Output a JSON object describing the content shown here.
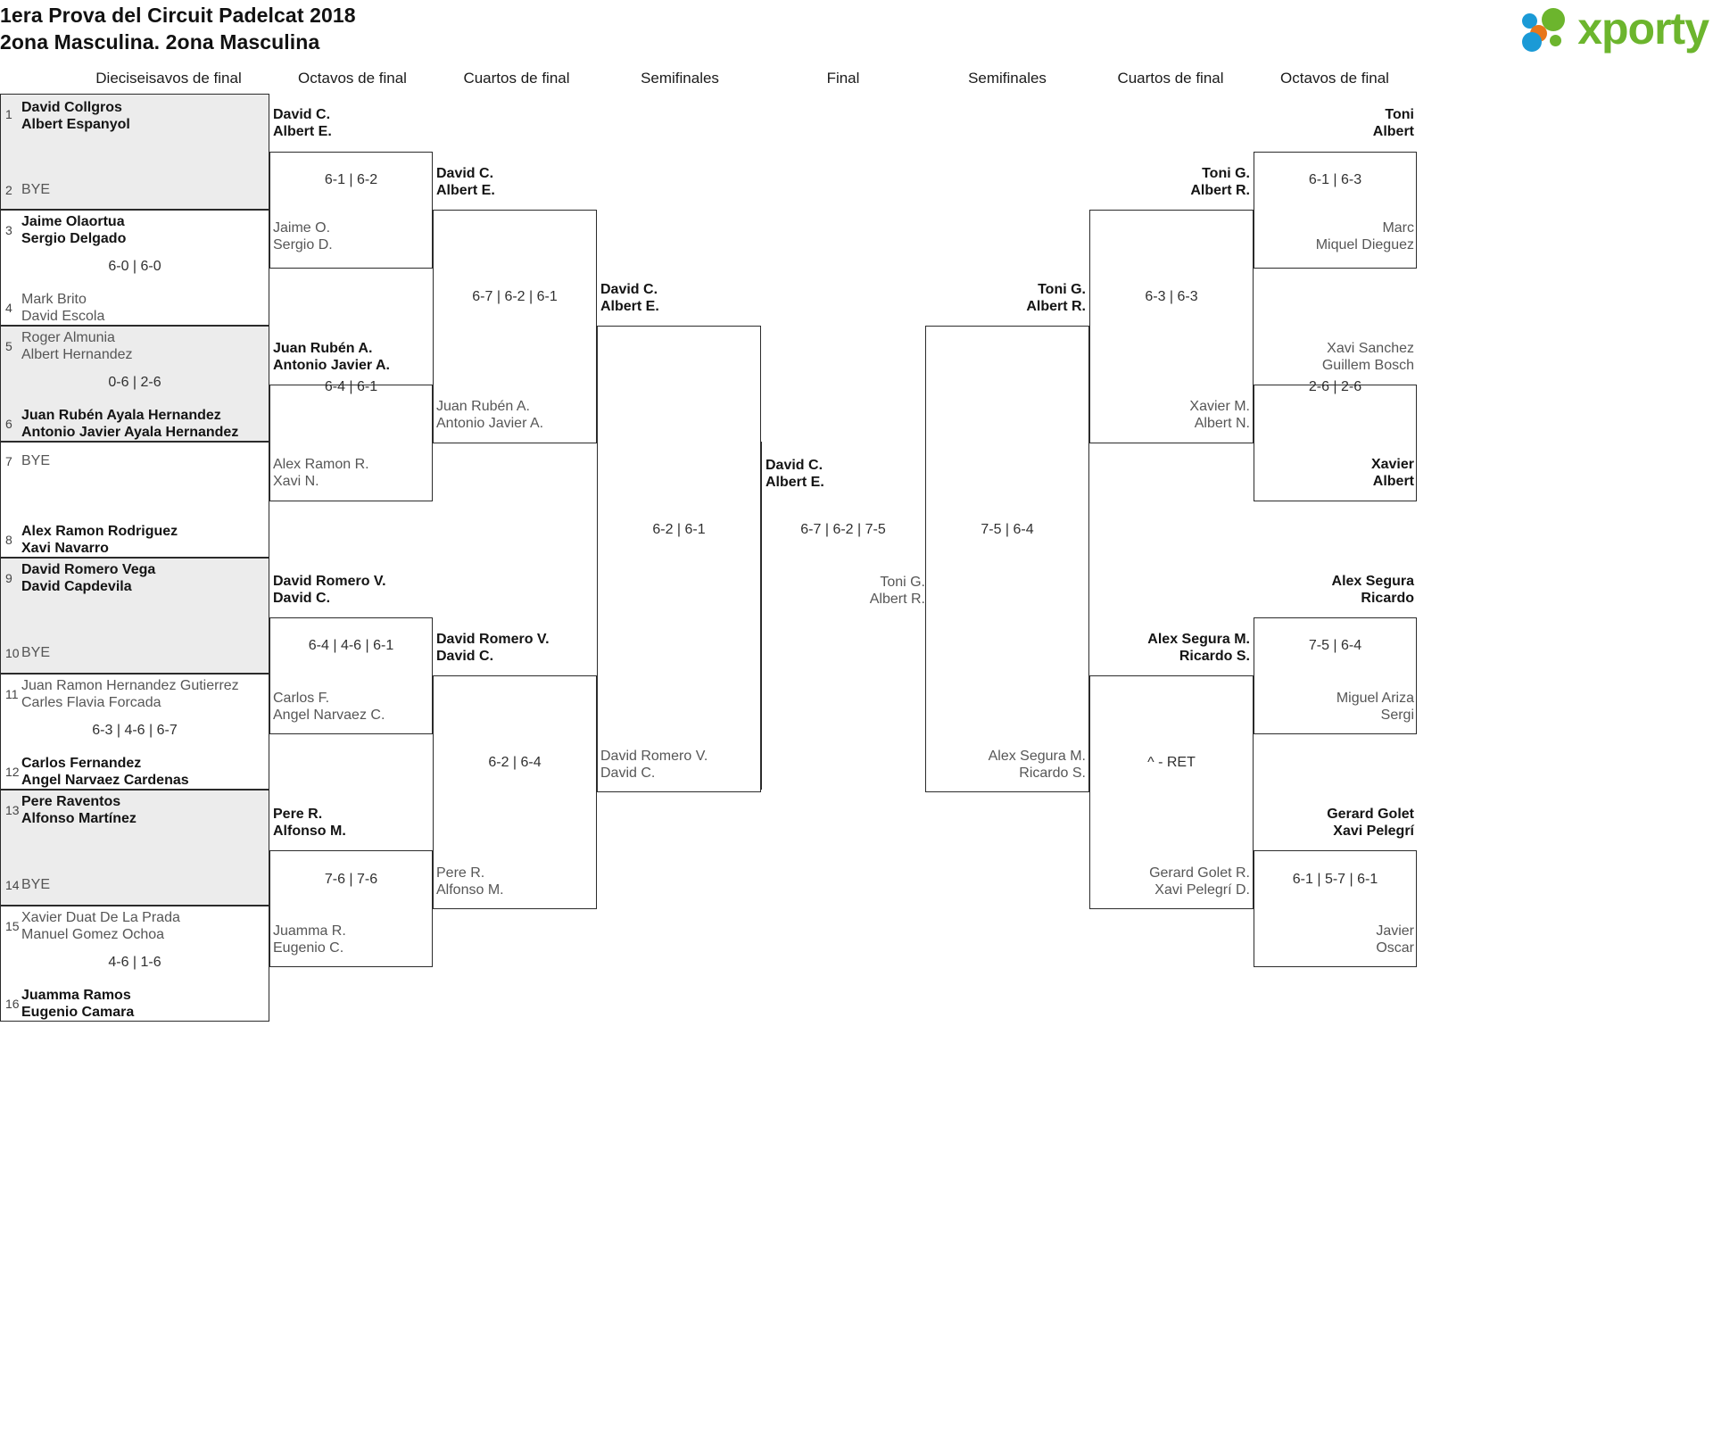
{
  "header": {
    "title_line1": "1era Prova del Circuit Padelcat 2018",
    "title_line2": "2ona Masculina. 2ona Masculina",
    "logo_word": "xporty",
    "logo_colors": {
      "blue": "#1b9ad6",
      "orange": "#e8761a",
      "green": "#6cb52d"
    }
  },
  "rounds": [
    {
      "id": "r16-left",
      "label": "Dieciseisavos de final"
    },
    {
      "id": "r8-left",
      "label": "Octavos de final"
    },
    {
      "id": "qf-left",
      "label": "Cuartos de final"
    },
    {
      "id": "sf-left",
      "label": "Semifinales"
    },
    {
      "id": "final",
      "label": "Final"
    },
    {
      "id": "sf-right",
      "label": "Semifinales"
    },
    {
      "id": "qf-right",
      "label": "Cuartos de final"
    },
    {
      "id": "r8-right",
      "label": "Octavos de final"
    }
  ],
  "left_r16": {
    "seeds": [
      "1",
      "2",
      "3",
      "4",
      "5",
      "6",
      "7",
      "8",
      "9",
      "10",
      "11",
      "12",
      "13",
      "14",
      "15",
      "16"
    ],
    "entries": [
      {
        "seed": "1",
        "p1": "David Collgros",
        "p2": "Albert Espanyol",
        "result": "win"
      },
      {
        "seed": "2",
        "p1": "BYE",
        "p2": "",
        "result": "bye"
      },
      {
        "seed": "3",
        "p1": "Jaime Olaortua",
        "p2": "Sergio Delgado",
        "result": "win"
      },
      {
        "seed": "4",
        "p1": "Mark Brito",
        "p2": "David Escola",
        "result": "lose"
      },
      {
        "seed": "5",
        "p1": "Roger Almunia",
        "p2": "Albert Hernandez",
        "result": "lose"
      },
      {
        "seed": "6",
        "p1": "Juan Rubén Ayala Hernandez",
        "p2": "Antonio Javier Ayala Hernandez",
        "result": "win"
      },
      {
        "seed": "7",
        "p1": "BYE",
        "p2": "",
        "result": "bye"
      },
      {
        "seed": "8",
        "p1": "Alex Ramon Rodriguez",
        "p2": "Xavi Navarro",
        "result": "win"
      },
      {
        "seed": "9",
        "p1": "David Romero Vega",
        "p2": "David Capdevila",
        "result": "win"
      },
      {
        "seed": "10",
        "p1": "BYE",
        "p2": "",
        "result": "bye"
      },
      {
        "seed": "11",
        "p1": "Juan Ramon Hernandez Gutierrez",
        "p2": "Carles Flavia Forcada",
        "result": "lose"
      },
      {
        "seed": "12",
        "p1": "Carlos Fernandez",
        "p2": "Angel Narvaez Cardenas",
        "result": "win"
      },
      {
        "seed": "13",
        "p1": "Pere Raventos",
        "p2": "Alfonso Martínez",
        "result": "win"
      },
      {
        "seed": "14",
        "p1": "BYE",
        "p2": "",
        "result": "bye"
      },
      {
        "seed": "15",
        "p1": "Xavier Duat De La Prada",
        "p2": "Manuel Gomez Ochoa",
        "result": "lose"
      },
      {
        "seed": "16",
        "p1": "Juamma Ramos",
        "p2": "Eugenio Camara",
        "result": "win"
      }
    ],
    "scores": [
      "",
      "6-0 | 6-0",
      "0-6 | 2-6",
      "",
      "",
      "6-3 | 4-6 | 6-7",
      "",
      "4-6 | 1-6"
    ]
  },
  "left_r8": {
    "matches": [
      {
        "top": {
          "p1": "David C.",
          "p2": "Albert E.",
          "result": "win"
        },
        "bottom": {
          "p1": "Jaime O.",
          "p2": "Sergio D.",
          "result": "lose"
        },
        "score": "6-1 | 6-2"
      },
      {
        "top": {
          "p1": "Juan Rubén A.",
          "p2": "Antonio Javier A.",
          "result": "win"
        },
        "bottom": {
          "p1": "Alex Ramon R.",
          "p2": "Xavi N.",
          "result": "lose"
        },
        "score": "6-4 | 6-1"
      },
      {
        "top": {
          "p1": "David Romero V.",
          "p2": "David C.",
          "result": "win"
        },
        "bottom": {
          "p1": "Carlos F.",
          "p2": "Angel Narvaez C.",
          "result": "lose"
        },
        "score": "6-4 | 4-6 | 6-1"
      },
      {
        "top": {
          "p1": "Pere R.",
          "p2": "Alfonso M.",
          "result": "win"
        },
        "bottom": {
          "p1": "Juamma R.",
          "p2": "Eugenio C.",
          "result": "lose"
        },
        "score": "7-6 | 7-6"
      }
    ]
  },
  "left_qf": {
    "matches": [
      {
        "top": {
          "p1": "David C.",
          "p2": "Albert E.",
          "result": "win"
        },
        "bottom": {
          "p1": "Juan Rubén A.",
          "p2": "Antonio Javier A.",
          "result": "lose"
        },
        "score": "6-7 | 6-2 | 6-1"
      },
      {
        "top": {
          "p1": "David Romero V.",
          "p2": "David C.",
          "result": "win"
        },
        "bottom": {
          "p1": "Pere R.",
          "p2": "Alfonso M.",
          "result": "lose"
        },
        "score": "6-2 | 6-4"
      }
    ]
  },
  "left_sf": {
    "matches": [
      {
        "top": {
          "p1": "David C.",
          "p2": "Albert E.",
          "result": "win"
        },
        "bottom": {
          "p1": "David Romero V.",
          "p2": "David C.",
          "result": "lose"
        },
        "score": "6-2 | 6-1"
      }
    ]
  },
  "final": {
    "top": {
      "p1": "David C.",
      "p2": "Albert E.",
      "result": "win"
    },
    "bottom": {
      "p1": "Toni G.",
      "p2": "Albert R.",
      "result": "lose"
    },
    "score": "6-7 | 6-2 | 7-5"
  },
  "right_sf": {
    "matches": [
      {
        "top": {
          "p1": "Toni G.",
          "p2": "Albert R.",
          "result": "win"
        },
        "bottom": {
          "p1": "Alex Segura M.",
          "p2": "Ricardo S.",
          "result": "lose"
        },
        "score": "7-5 | 6-4"
      }
    ]
  },
  "right_qf": {
    "matches": [
      {
        "top": {
          "p1": "Toni G.",
          "p2": "Albert R.",
          "result": "win"
        },
        "bottom": {
          "p1": "Xavier M.",
          "p2": "Albert N.",
          "result": "lose"
        },
        "score": "6-3 | 6-3"
      },
      {
        "top": {
          "p1": "Alex Segura M.",
          "p2": "Ricardo S.",
          "result": "win"
        },
        "bottom": {
          "p1": "Gerard Golet R.",
          "p2": "Xavi Pelegrí D.",
          "result": "lose"
        },
        "score": "^ - RET"
      }
    ]
  },
  "right_r8": {
    "matches": [
      {
        "top": {
          "p1": "Toni",
          "p2": "Albert",
          "result": "win"
        },
        "bottom": {
          "p1": "Marc",
          "p2": "Miquel Dieguez",
          "result": "lose"
        },
        "score": "6-1 | 6-3"
      },
      {
        "top": {
          "p1": "Xavi Sanchez",
          "p2": "Guillem Bosch",
          "result": "lose"
        },
        "bottom": {
          "p1": "Xavier",
          "p2": "Albert",
          "result": "win"
        },
        "score": "2-6 | 2-6"
      },
      {
        "top": {
          "p1": "Alex Segura",
          "p2": "Ricardo",
          "result": "win"
        },
        "bottom": {
          "p1": "Miguel Ariza",
          "p2": "Sergi",
          "result": "lose"
        },
        "score": "7-5 | 6-4"
      },
      {
        "top": {
          "p1": "Gerard Golet",
          "p2": "Xavi Pelegrí",
          "result": "win"
        },
        "bottom": {
          "p1": "Javier",
          "p2": "Oscar",
          "result": "lose"
        },
        "score": "6-1 | 5-7 | 6-1"
      }
    ]
  }
}
